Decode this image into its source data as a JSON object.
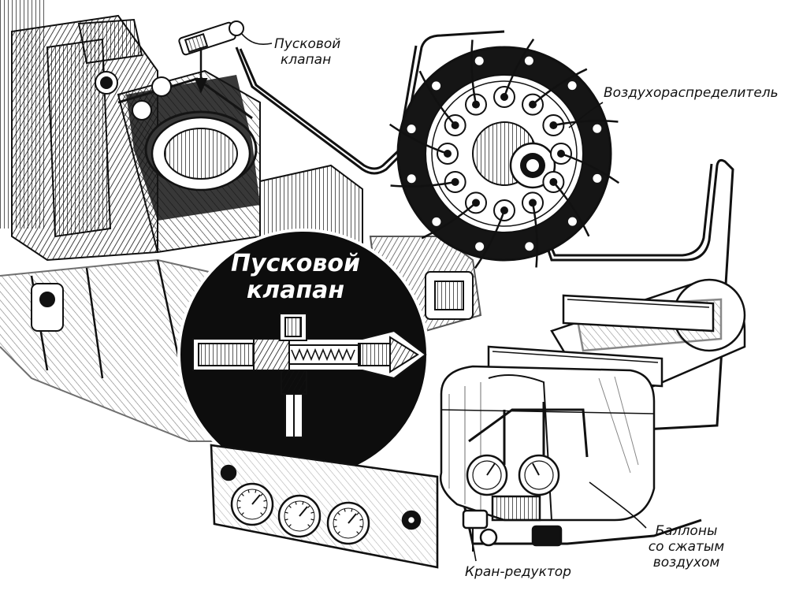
{
  "labels": {
    "start_valve": [
      "Пусковой",
      "клапан"
    ],
    "air_distributor": "Воздухораспределитель",
    "inset_title": [
      "Пусковой",
      "клапан"
    ],
    "reducer_valve": "Кран-редуктор",
    "cylinders": [
      "Баллоны",
      "со сжатым",
      "воздухом"
    ]
  },
  "colors": {
    "ink": "#111111",
    "paper": "#ffffff",
    "shade": "#2a2a2a"
  }
}
